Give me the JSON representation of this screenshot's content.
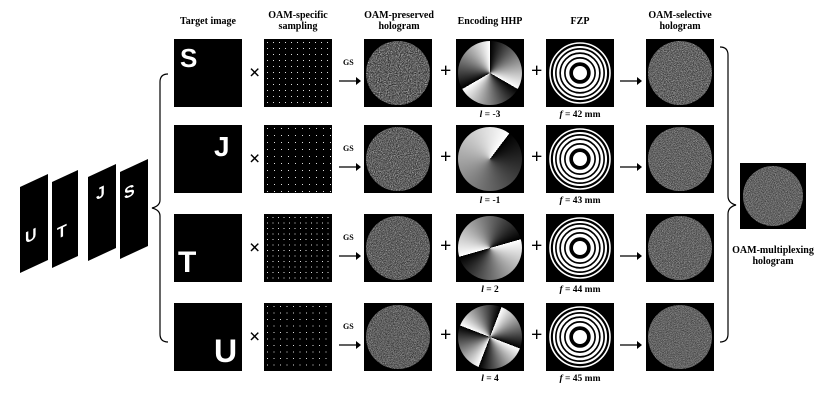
{
  "headers": {
    "target": "Target image",
    "sampling": "OAM-specific sampling",
    "preserved": "OAM-preserved hologram",
    "hhp": "Encoding HHP",
    "fzp": "FZP",
    "selective": "OAM-selective hologram"
  },
  "multiplex_label": "OAM-multiplexing hologram",
  "rows": [
    {
      "letter": "S",
      "gs": "GS",
      "l_label": "l",
      "l_value": "= -3",
      "f_label": "f",
      "f_value": "= 42 mm"
    },
    {
      "letter": "J",
      "gs": "GS",
      "l_label": "l",
      "l_value": "= -1",
      "f_label": "f",
      "f_value": "= 43 mm"
    },
    {
      "letter": "T",
      "gs": "GS",
      "l_label": "l",
      "l_value": "= 2",
      "f_label": "f",
      "f_value": "= 44 mm"
    },
    {
      "letter": "U",
      "gs": "GS",
      "l_label": "l",
      "l_value": "= 4",
      "f_label": "f",
      "f_value": "= 45 mm"
    }
  ],
  "stack_letters": [
    "U",
    "T",
    "J",
    "S"
  ],
  "symbols": {
    "times": "×",
    "plus": "+"
  },
  "colors": {
    "background": "#ffffff",
    "tile": "#000000",
    "ink": "#000000"
  }
}
